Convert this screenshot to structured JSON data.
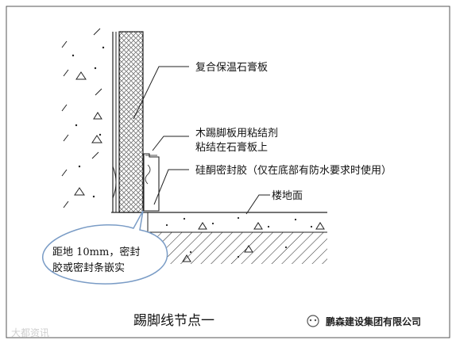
{
  "labels": {
    "board": "复合保温石膏板",
    "adhesive_line1": "木踢脚板用粘结剂",
    "adhesive_line2": "粘结在石膏板上",
    "sealant": "硅酮密封胶（仅在底部有防水要求时使用）",
    "floor": "楼地面",
    "bubble_line1": "距地 10mm，密封",
    "bubble_line2": "胶或密封条嵌实"
  },
  "caption": "踢脚线节点一",
  "brand": "鹏森建设集团有限公司",
  "watermark": "大都资讯",
  "colors": {
    "line": "#222222",
    "bubble": "#7a9cc6",
    "frame": "#555555"
  }
}
